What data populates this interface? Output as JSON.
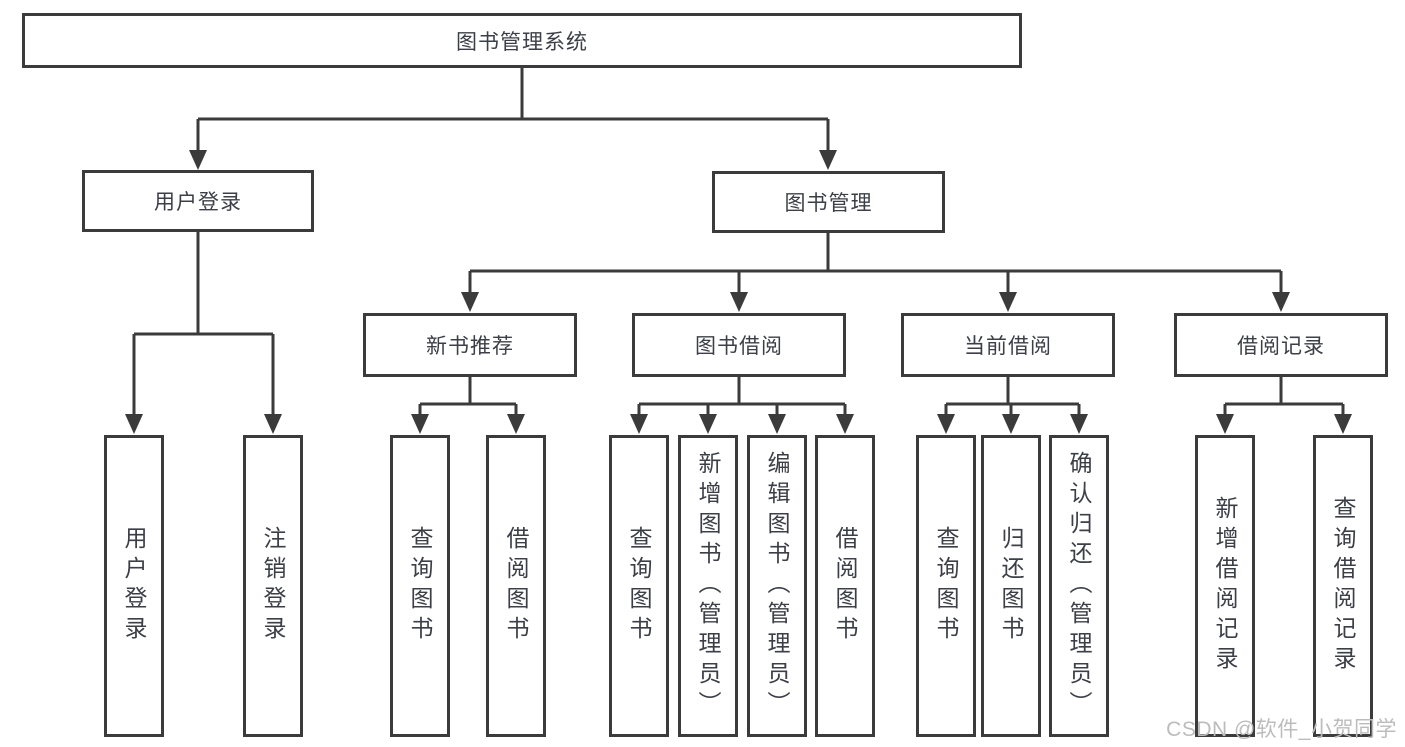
{
  "diagram": {
    "title": "图书管理系统",
    "nodes": {
      "root": "图书管理系统",
      "user_login": "用户登录",
      "book_mgmt": "图书管理",
      "new_book_recommend": "新书推荐",
      "book_borrow": "图书借阅",
      "current_borrow": "当前借阅",
      "borrow_records": "借阅记录",
      "leaf_user_login": "用户登录",
      "leaf_logout": "注销登录",
      "leaf_query_book_a": "查询图书",
      "leaf_borrow_book_a": "借阅图书",
      "leaf_query_book_b": "查询图书",
      "leaf_add_book_admin": "新增图书（管理员）",
      "leaf_edit_book_admin": "编辑图书（管理员）",
      "leaf_borrow_book_b": "借阅图书",
      "leaf_query_book_c": "查询图书",
      "leaf_return_book": "归还图书",
      "leaf_confirm_return_admin": "确认归还（管理员）",
      "leaf_add_borrow_record": "新增借阅记录",
      "leaf_query_borrow_record": "查询借阅记录"
    },
    "colors": {
      "line": "#3b3b3b",
      "box_border": "#3b3b3b",
      "text": "#3c3f47",
      "background": "#ffffff",
      "watermark": "#bcbcbc"
    }
  },
  "watermark": "CSDN @软件_小贺同学"
}
